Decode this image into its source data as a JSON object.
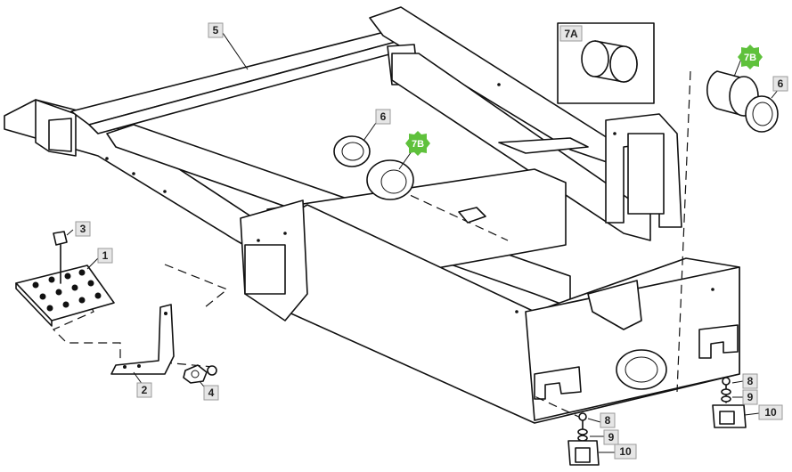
{
  "callouts": {
    "c1": "1",
    "c2": "2",
    "c3": "3",
    "c4": "4",
    "c5": "5",
    "c6_center": "6",
    "c6_right": "6",
    "c7a": "7A",
    "c7b_center": "7B",
    "c7b_right": "7B",
    "c8_left": "8",
    "c9_left": "9",
    "c10_left": "10",
    "c8_right": "8",
    "c9_right": "9",
    "c10_right": "10"
  },
  "colors": {
    "line": "#111111",
    "callout_box": "#e6e6e6",
    "highlight_badge": "#5fc13c"
  }
}
